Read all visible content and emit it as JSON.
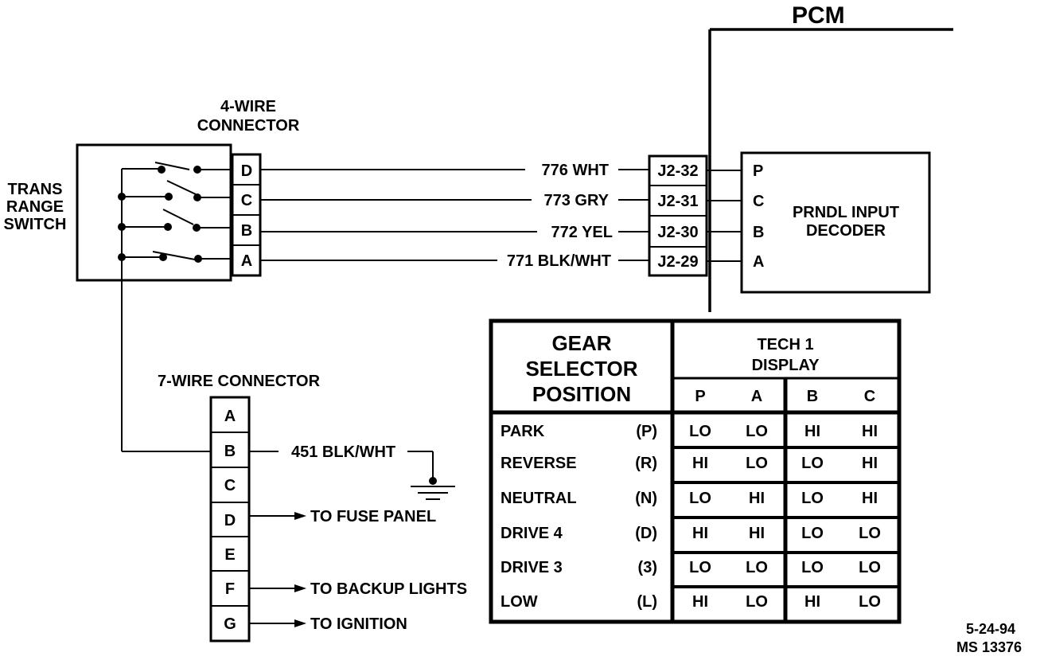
{
  "pcm_label": "PCM",
  "four_wire": {
    "line1": "4-WIRE",
    "line2": "CONNECTOR",
    "pins": [
      "D",
      "C",
      "B",
      "A"
    ]
  },
  "switch_label": [
    "TRANS",
    "RANGE",
    "SWITCH"
  ],
  "wires": [
    {
      "label": "776 WHT",
      "terminal": "J2-32",
      "input": "P"
    },
    {
      "label": "773 GRY",
      "terminal": "J2-31",
      "input": "C"
    },
    {
      "label": "772 YEL",
      "terminal": "J2-30",
      "input": "B"
    },
    {
      "label": "771 BLK/WHT",
      "terminal": "J2-29",
      "input": "A"
    }
  ],
  "decoder": {
    "line1": "PRNDL INPUT",
    "line2": "DECODER"
  },
  "seven_wire": {
    "label": "7-WIRE CONNECTOR",
    "pins": [
      "A",
      "B",
      "C",
      "D",
      "E",
      "F",
      "G"
    ],
    "ground_wire": "451 BLK/WHT",
    "to_fuse": "TO FUSE PANEL",
    "to_backup": "TO BACKUP LIGHTS",
    "to_ignition": "TO IGNITION"
  },
  "table": {
    "header_left": [
      "GEAR",
      "SELECTOR",
      "POSITION"
    ],
    "header_right": [
      "TECH 1",
      "DISPLAY"
    ],
    "columns": [
      "P",
      "A",
      "B",
      "C"
    ],
    "rows": [
      {
        "name": "PARK",
        "code": "(P)",
        "values": [
          "LO",
          "LO",
          "HI",
          "HI"
        ]
      },
      {
        "name": "REVERSE",
        "code": "(R)",
        "values": [
          "HI",
          "LO",
          "LO",
          "HI"
        ]
      },
      {
        "name": "NEUTRAL",
        "code": "(N)",
        "values": [
          "LO",
          "HI",
          "LO",
          "HI"
        ]
      },
      {
        "name": "DRIVE 4",
        "code": "(D)",
        "values": [
          "HI",
          "HI",
          "LO",
          "LO"
        ]
      },
      {
        "name": "DRIVE 3",
        "code": "(3)",
        "values": [
          "LO",
          "LO",
          "LO",
          "LO"
        ]
      },
      {
        "name": "LOW",
        "code": "(L)",
        "values": [
          "HI",
          "LO",
          "HI",
          "LO"
        ]
      }
    ]
  },
  "footer": {
    "date": "5-24-94",
    "code": "MS 13376"
  }
}
